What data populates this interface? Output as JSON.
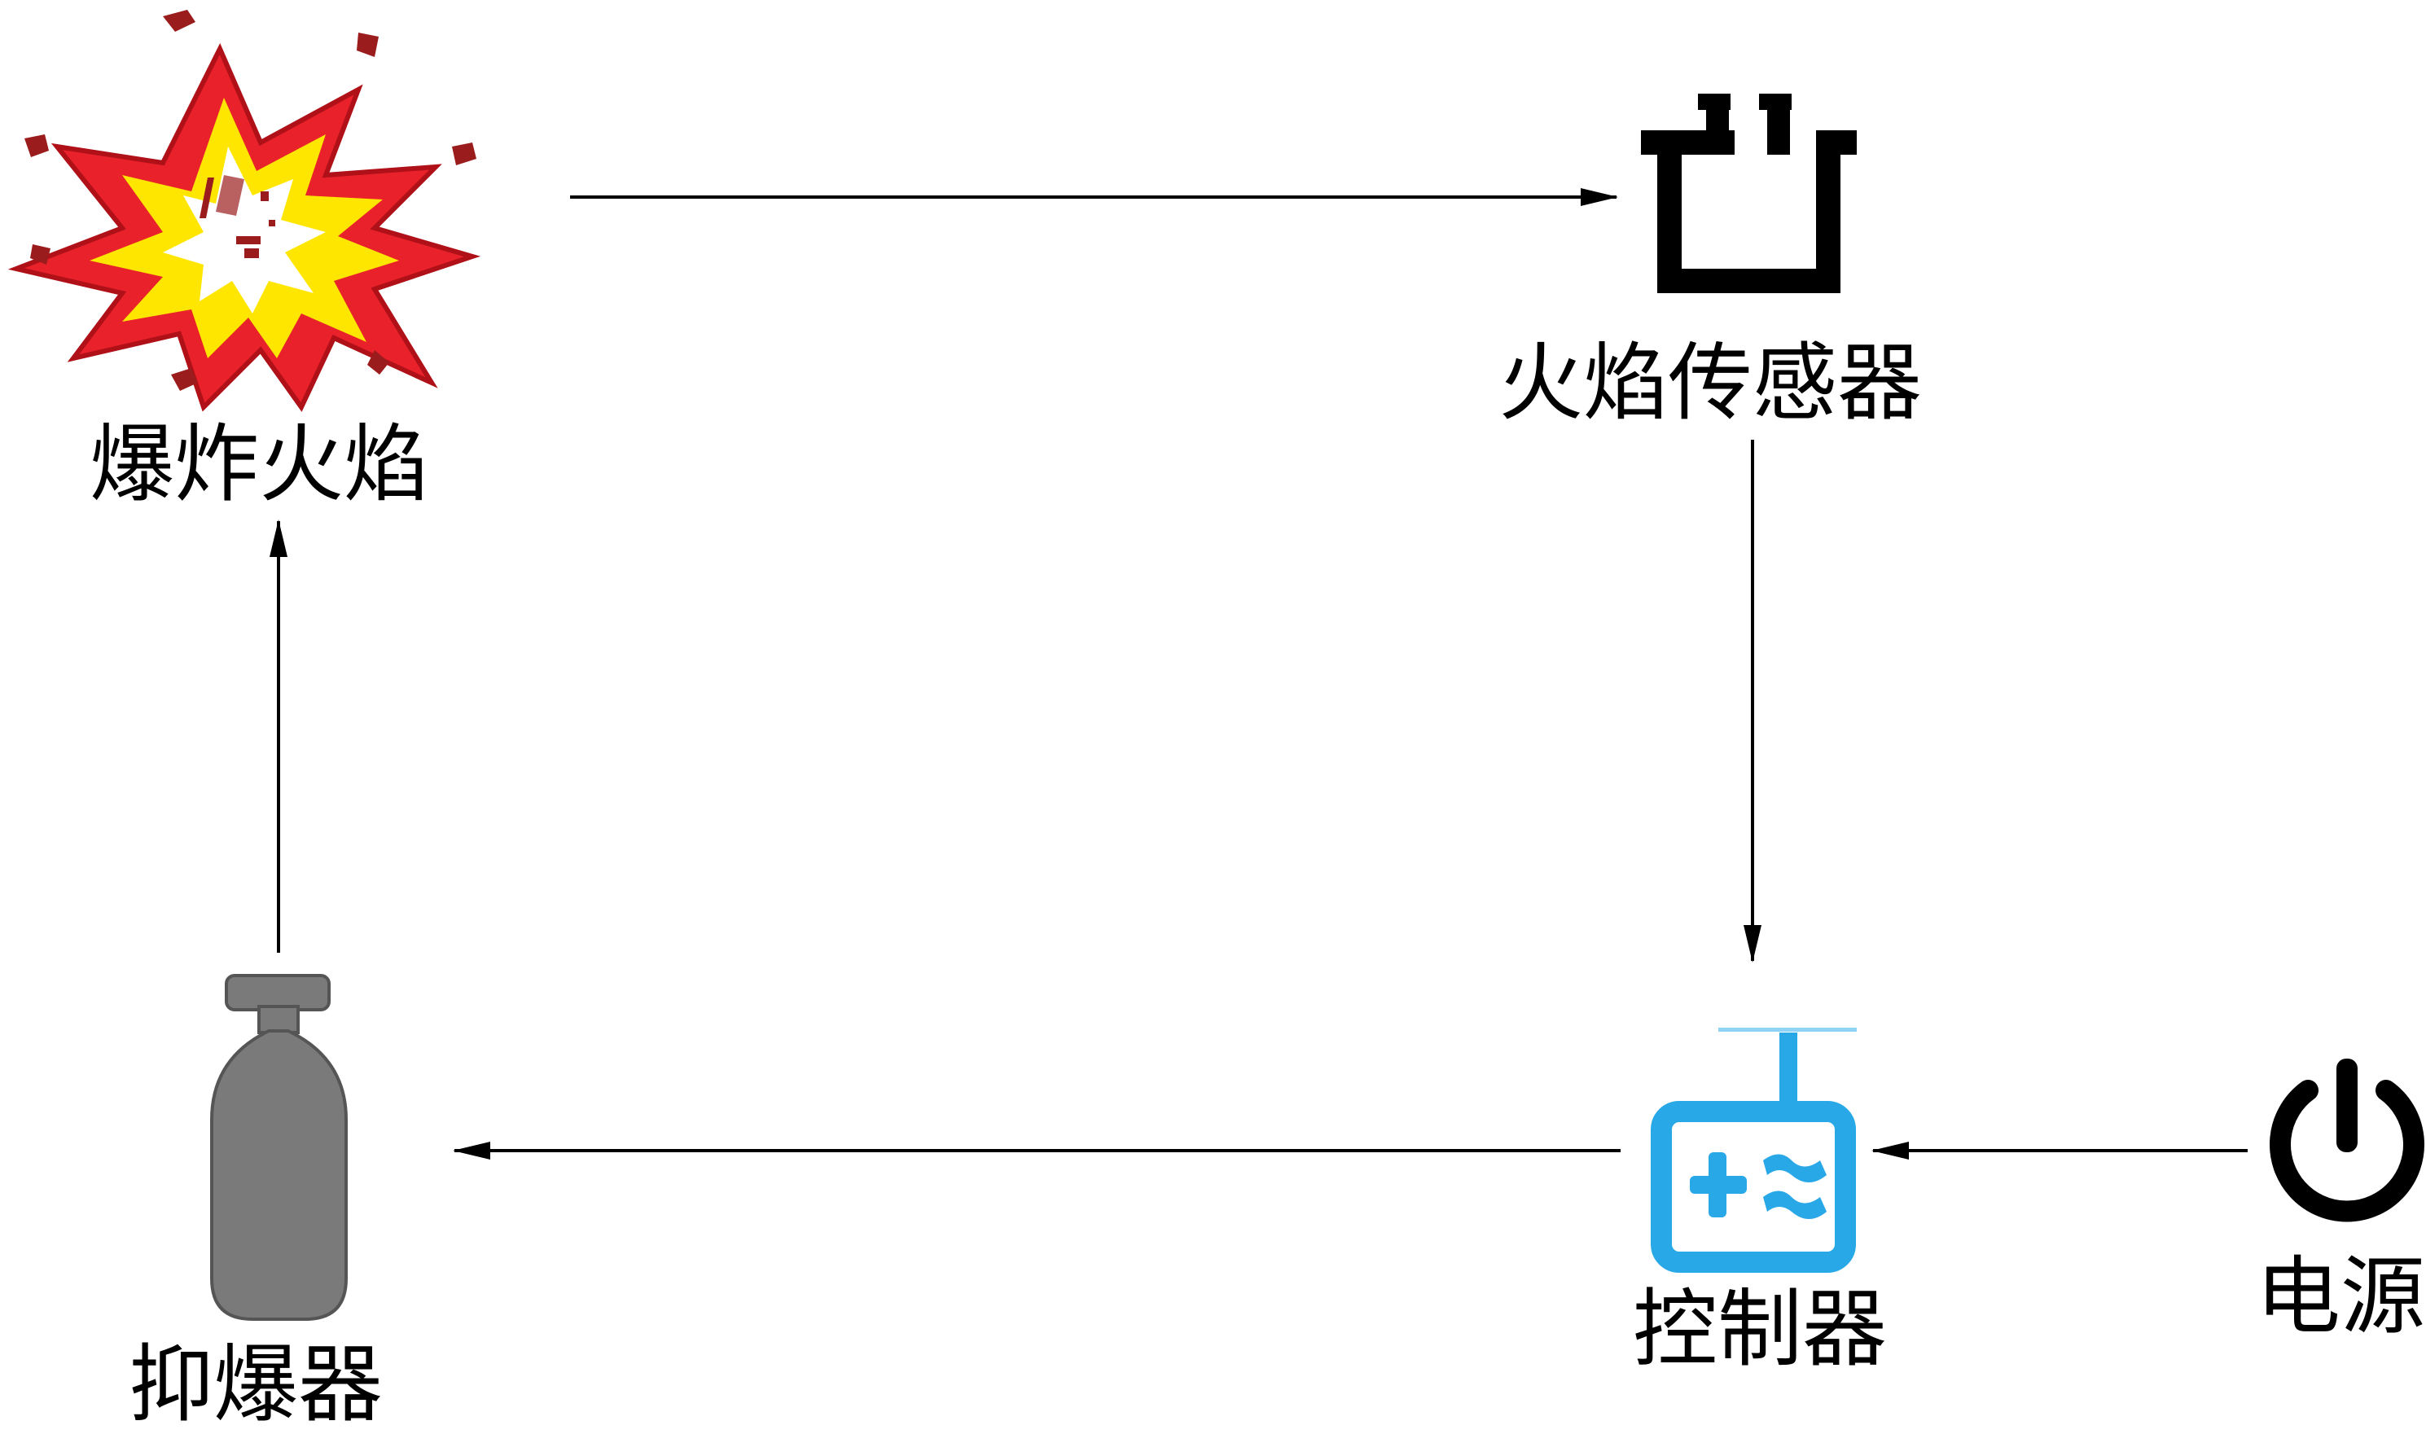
{
  "nodes": {
    "explosion": {
      "label": "爆炸火焰",
      "icon": "explosion-icon"
    },
    "sensor": {
      "label": "火焰传感器",
      "icon": "flame-sensor-icon"
    },
    "controller": {
      "label": "控制器",
      "icon": "controller-icon"
    },
    "power": {
      "label": "电源",
      "icon": "power-icon"
    },
    "suppressor": {
      "label": "抑爆器",
      "icon": "gas-cylinder-icon"
    }
  },
  "edges": [
    {
      "from": "explosion",
      "to": "sensor"
    },
    {
      "from": "sensor",
      "to": "controller"
    },
    {
      "from": "power",
      "to": "controller"
    },
    {
      "from": "controller",
      "to": "suppressor"
    },
    {
      "from": "suppressor",
      "to": "explosion"
    }
  ],
  "colors": {
    "explosion_red": "#e8212a",
    "explosion_yellow": "#ffe600",
    "controller_blue": "#29a8e8",
    "cylinder_gray": "#7a7a7a",
    "arrow": "#000000"
  }
}
